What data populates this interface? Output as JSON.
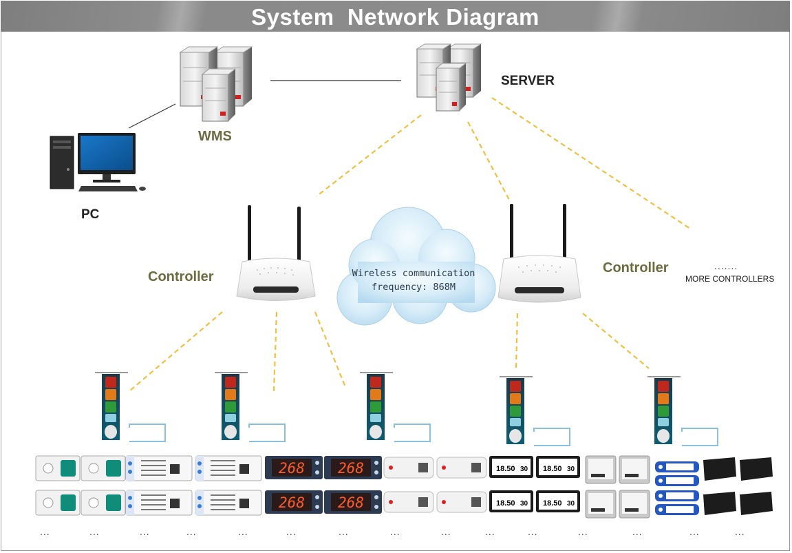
{
  "title": "System  Network Diagram",
  "labels": {
    "wms": "WMS",
    "server": "SERVER",
    "pc": "PC",
    "controller_left": "Controller",
    "controller_right": "Controller",
    "more_dots": ".......",
    "more_controllers": "MORE CONTROLLERS"
  },
  "cloud": {
    "line1": "Wireless communication",
    "line2": "frequency: 868M"
  },
  "devices": {
    "display_value": "268",
    "esl_price": "18.50",
    "esl_percent": "30"
  },
  "ellipsis": "...",
  "colors": {
    "banner": "#8a8a8a",
    "label_olive": "#6b6b3f",
    "wireless_link": "#f0c040",
    "cloud": "#cfe6f5",
    "led_digit": "#ff5a2a"
  },
  "icons": {
    "wms": "server-stack-icon",
    "server": "server-stack-icon",
    "pc": "desktop-computer-icon",
    "controller": "wireless-router-icon",
    "cloud": "cloud-icon",
    "signal_tower": "signal-tower-light-icon"
  }
}
